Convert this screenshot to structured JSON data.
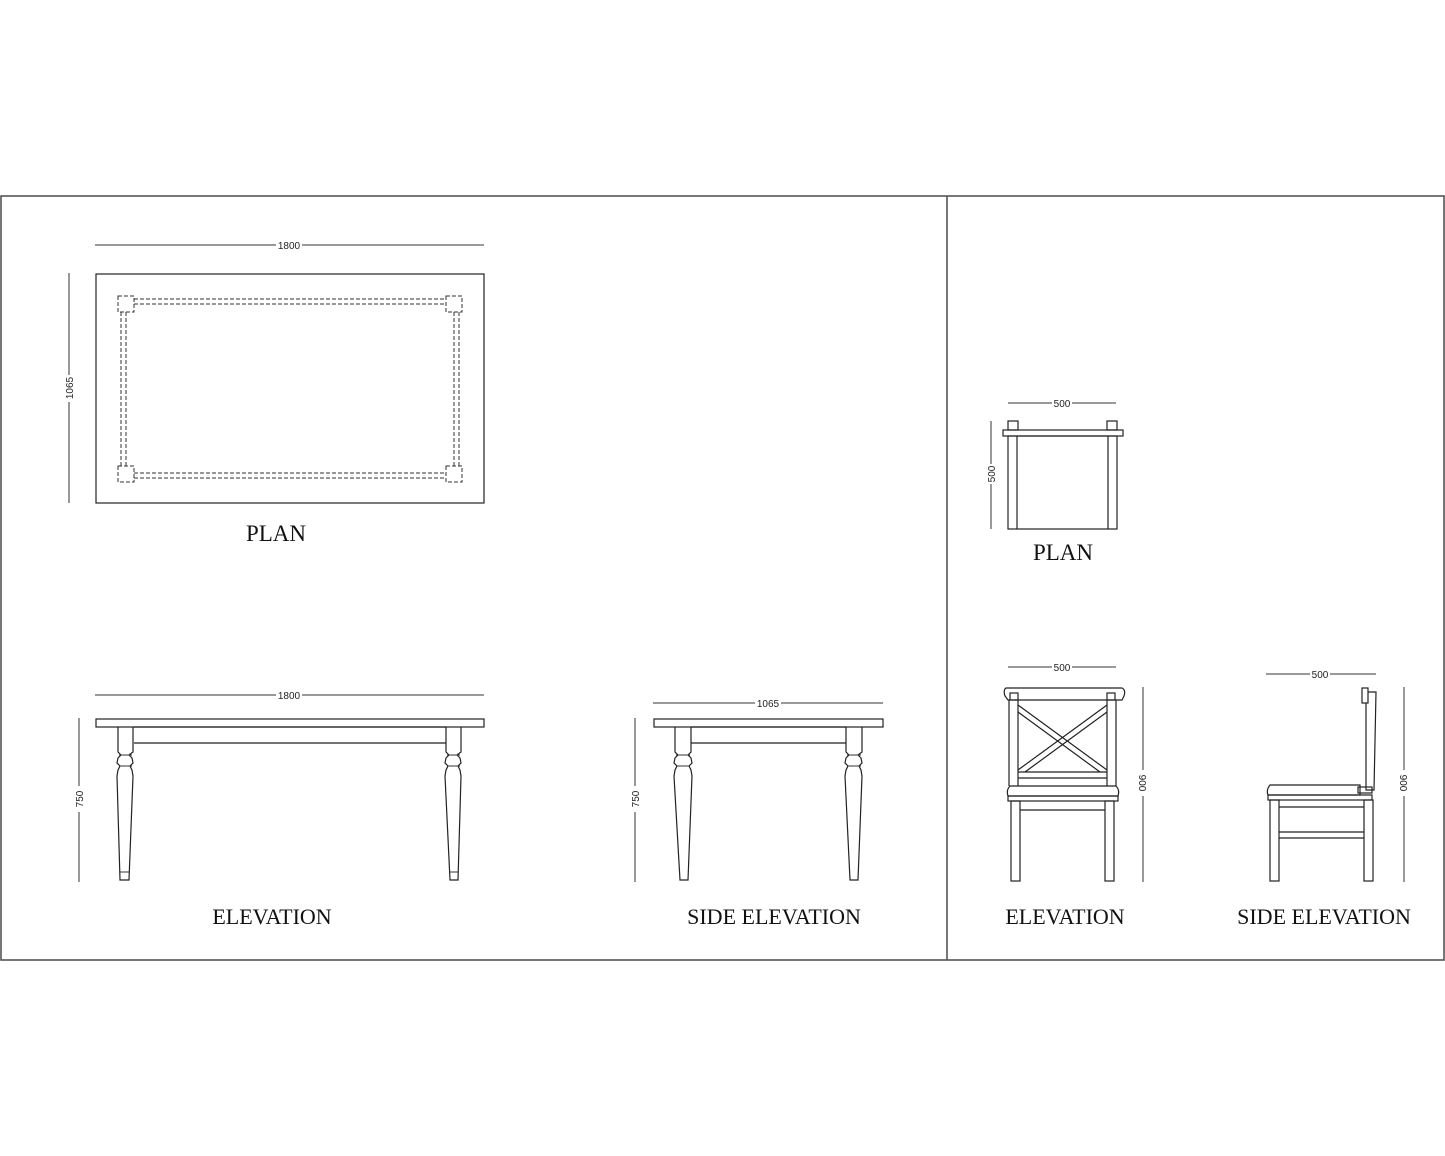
{
  "drawing": {
    "frame_color": "#555555",
    "line_color": "#222222",
    "background": "#ffffff"
  },
  "table": {
    "plan": {
      "label": "PLAN",
      "width_dim": "1800",
      "depth_dim": "1065"
    },
    "elevation": {
      "label": "ELEVATION",
      "width_dim": "1800",
      "height_dim": "750"
    },
    "side_elevation": {
      "label": "SIDE ELEVATION",
      "width_dim": "1065",
      "height_dim": "750"
    }
  },
  "chair": {
    "plan": {
      "label": "PLAN",
      "width_dim": "500",
      "depth_dim": "500"
    },
    "elevation": {
      "label": "ELEVATION",
      "width_dim": "500",
      "height_dim": "900"
    },
    "side_elevation": {
      "label": "SIDE ELEVATION",
      "width_dim": "500",
      "height_dim": "900"
    }
  }
}
